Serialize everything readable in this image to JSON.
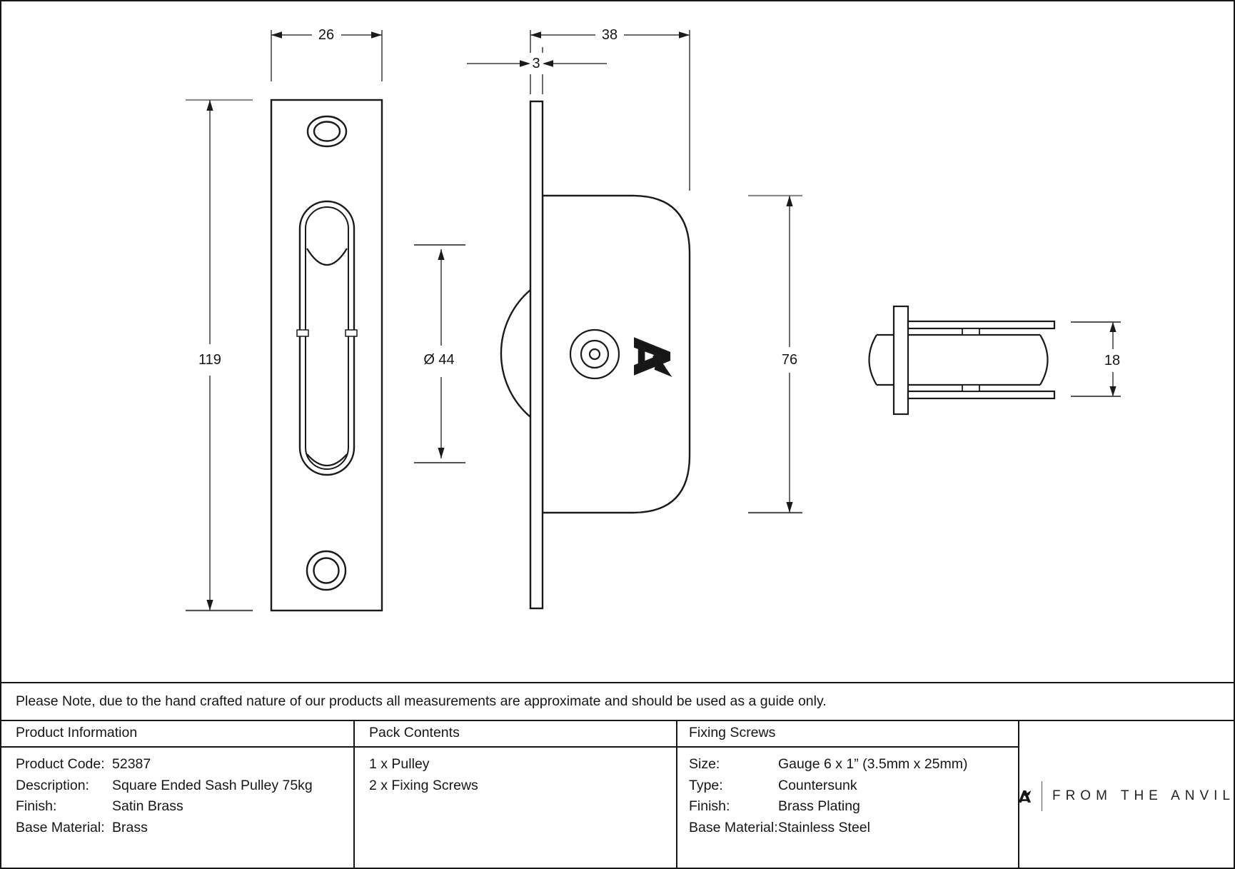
{
  "note": {
    "text": "Please Note, due to the hand crafted nature of our products all measurements are approximate and should be used as a guide only."
  },
  "dims": {
    "front_width": "26",
    "front_height": "119",
    "wheel_diameter": "Ø 44",
    "plate_thickness": "3",
    "case_depth": "38",
    "case_height": "76",
    "case_width": "18"
  },
  "table": {
    "product_information": {
      "header": "Product Information",
      "rows": [
        {
          "label": "Product Code:",
          "value": "52387"
        },
        {
          "label": "Description:",
          "value": "Square Ended Sash Pulley 75kg"
        },
        {
          "label": "Finish:",
          "value": "Satin Brass"
        },
        {
          "label": "Base Material:",
          "value": "Brass"
        }
      ]
    },
    "pack_contents": {
      "header": "Pack Contents",
      "items": [
        "1 x Pulley",
        "2 x Fixing Screws"
      ]
    },
    "fixing_screws": {
      "header": "Fixing Screws",
      "rows": [
        {
          "label": "Size:",
          "value": "Gauge 6 x 1” (3.5mm x 25mm)"
        },
        {
          "label": "Type:",
          "value": "Countersunk"
        },
        {
          "label": "Finish:",
          "value": "Brass Plating"
        },
        {
          "label": "Base Material:",
          "value": "Stainless Steel"
        }
      ]
    }
  },
  "brand": {
    "name": "FROM THE ANVIL"
  },
  "colors": {
    "line": "#1a1a1a",
    "dimension": "#3a3a3a",
    "tick": "#8a8a8a"
  }
}
